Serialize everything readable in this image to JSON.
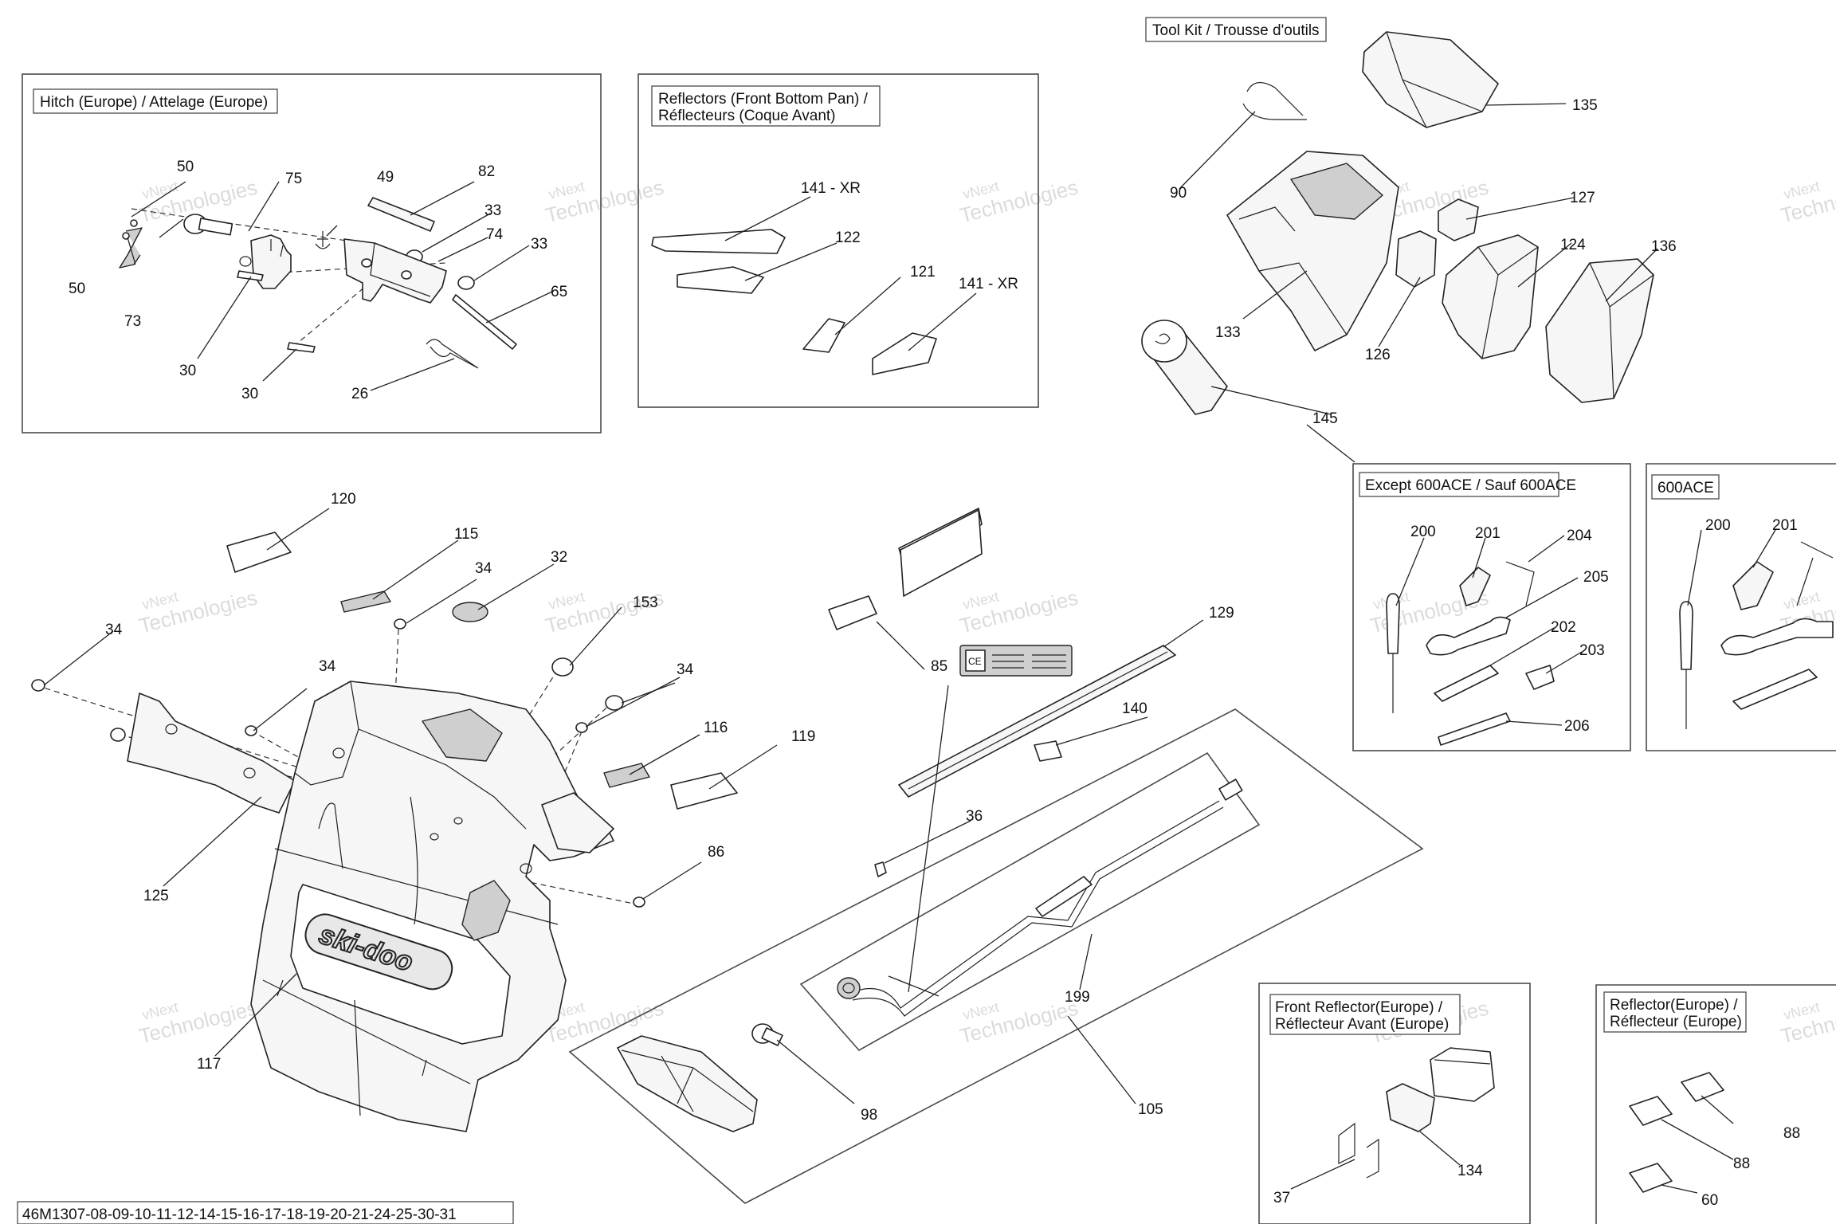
{
  "drawing_number": "46M1307-08-09-10-11-12-14-15-16-17-18-19-20-21-24-25-30-31",
  "watermark": [
    "vNext",
    "Technologies"
  ],
  "groups": [
    {
      "id": "hitch",
      "label": "Hitch (Europe) / Attelage (Europe)"
    },
    {
      "id": "reflectors-front",
      "label1": "Reflectors (Front Bottom Pan) /",
      "label2": "Réflecteurs (Coque Avant)"
    },
    {
      "id": "tool-kit",
      "label": "Tool Kit / Trousse d'outils"
    },
    {
      "id": "except-600ace",
      "label": "Except 600ACE / Sauf 600ACE"
    },
    {
      "id": "600ace",
      "label": "600ACE"
    },
    {
      "id": "front-reflector-europe",
      "label1": "Front Reflector(Europe) /",
      "label2": "Réflecteur Avant (Europe)"
    },
    {
      "id": "reflector-europe",
      "label1": "Reflector(Europe) /",
      "label2": "Réflecteur (Europe)"
    }
  ],
  "callouts": [
    "50",
    "50",
    "73",
    "75",
    "49",
    "82",
    "33",
    "74",
    "33",
    "65",
    "30",
    "30",
    "26",
    "141 - XR",
    "122",
    "121",
    "141 - XR",
    "135",
    "90",
    "127",
    "124",
    "136",
    "133",
    "126",
    "145",
    "200",
    "201",
    "204",
    "205",
    "202",
    "203",
    "206",
    "200",
    "201",
    "120",
    "115",
    "34",
    "32",
    "153",
    "34",
    "34",
    "34",
    "116",
    "119",
    "86",
    "125",
    "117",
    "85",
    "129",
    "140",
    "36",
    "199",
    "98",
    "105",
    "134",
    "37",
    "88",
    "88",
    "60"
  ]
}
